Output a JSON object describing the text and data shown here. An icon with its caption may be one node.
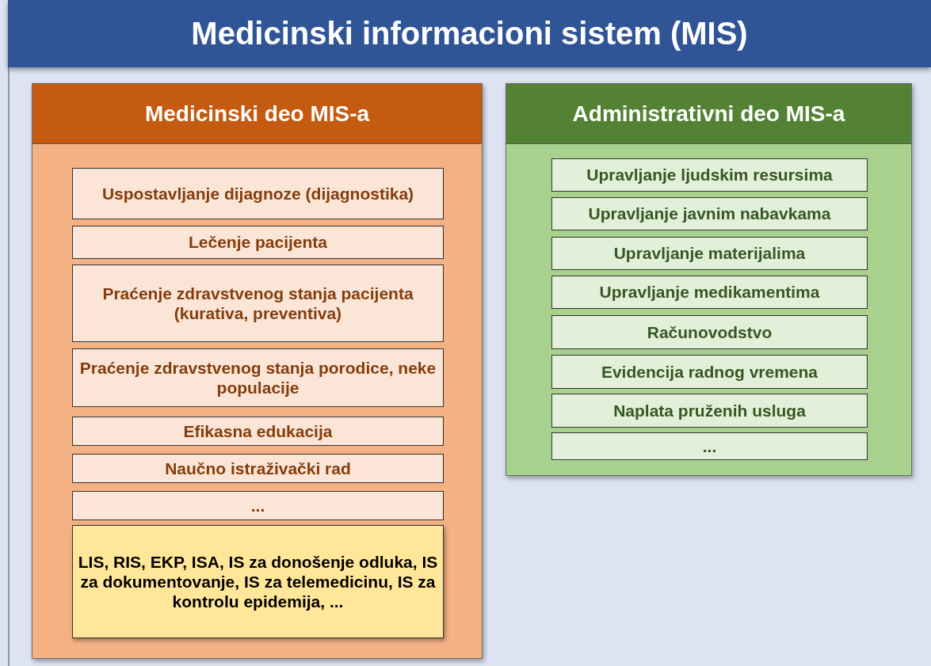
{
  "diagram": {
    "title": "Medicinski informacioni sistem (MIS)",
    "nodes": [
      {
        "text": [
          "Medicinski deo MIS-a"
        ]
      },
      {
        "text": [
          "Uspostavljanje dijagnoze (dijagnostika)"
        ],
        "in": 0
      },
      {
        "text": [
          "Lečenje pacijenta"
        ],
        "in": 0
      },
      {
        "text": [
          "Praćenje zdravstvenog stanja pacijenta (kurativa, preventiva)"
        ],
        "in": 0
      },
      {
        "text": [
          "Praćenje zdravstvenog stanja porodice, neke populacije"
        ],
        "in": 0
      },
      {
        "text": [
          "Efikasna edukacija"
        ],
        "in": 0
      },
      {
        "text": [
          "Naučno istraživački rad"
        ],
        "in": 0
      },
      {
        "text": [
          "..."
        ],
        "in": 0
      },
      {
        "text": [
          "LIS, RIS, EKP, ISA, IS za donošenje odluka, IS za dokumentovanje, IS za telemedicinu, IS za kontrolu epidemija, ..."
        ],
        "in": 0
      },
      {
        "text": [
          "Administrativni deo MIS-a"
        ]
      },
      {
        "text": [
          "Upravljanje ljudskim resursima"
        ],
        "in": 9
      },
      {
        "text": [
          "Upravljanje javnim nabavkama"
        ],
        "in": 9
      },
      {
        "text": [
          "Upravljanje materijalima"
        ],
        "in": 9
      },
      {
        "text": [
          "Upravljanje medikamentima"
        ],
        "in": 9
      },
      {
        "text": [
          "Računovodstvo"
        ],
        "in": 9
      },
      {
        "text": [
          "Evidencija radnog vremena"
        ],
        "in": 9
      },
      {
        "text": [
          "Naplata pruženih usluga"
        ],
        "in": 9
      },
      {
        "text": [
          "..."
        ],
        "in": 9
      }
    ]
  }
}
